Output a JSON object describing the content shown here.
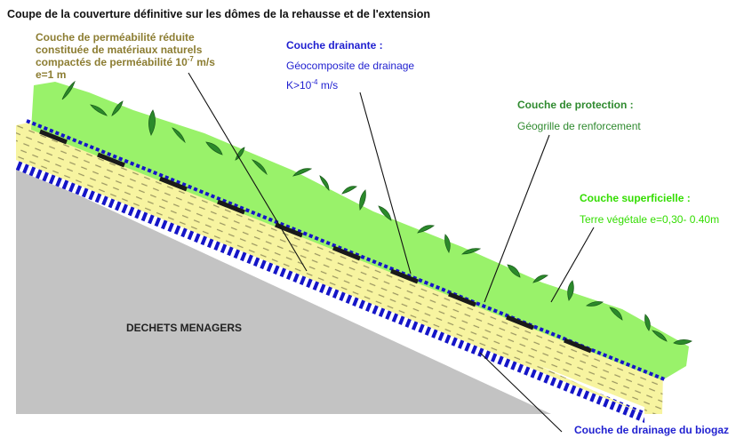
{
  "title": "Coupe de la couverture définitive sur les dômes de la rehausse et de l'extension",
  "labels": {
    "impermeable": {
      "line1": "Couche de perméabilité réduite",
      "line2": "constituée de matériaux naturels",
      "line3_prefix": "compactés de perméabilité 10",
      "line3_exp": "-7",
      "line3_suffix": " m/s",
      "line4": "e=1 m",
      "color": "#8c7d32"
    },
    "drainage": {
      "title": "Couche drainante :",
      "sub1": "Géocomposite de drainage",
      "sub2_prefix": "K>10",
      "sub2_exp": "-4",
      "sub2_suffix": " m/s",
      "color": "#1f1fd0"
    },
    "protection": {
      "title": "Couche de protection :",
      "sub": "Géogrille de renforcement",
      "color": "#2f8a2f"
    },
    "surface": {
      "title": "Couche superficielle :",
      "sub": "Terre végétale e=0,30- 0.40m",
      "color": "#33dd00"
    },
    "waste": {
      "text": "DECHETS MENAGERS"
    },
    "biogas": {
      "title": "Couche de drainage du biogaz",
      "color": "#1f1fd0"
    }
  },
  "colors": {
    "waste_fill": "#c3c3c3",
    "clay_fill": "#f7f4a0",
    "clay_dash": "#9a9560",
    "vegetation_fill": "#99f26a",
    "plant_fill": "#2b8a2b",
    "drain_blue": "#1515c8",
    "geogrid": "#1a1a1a"
  }
}
